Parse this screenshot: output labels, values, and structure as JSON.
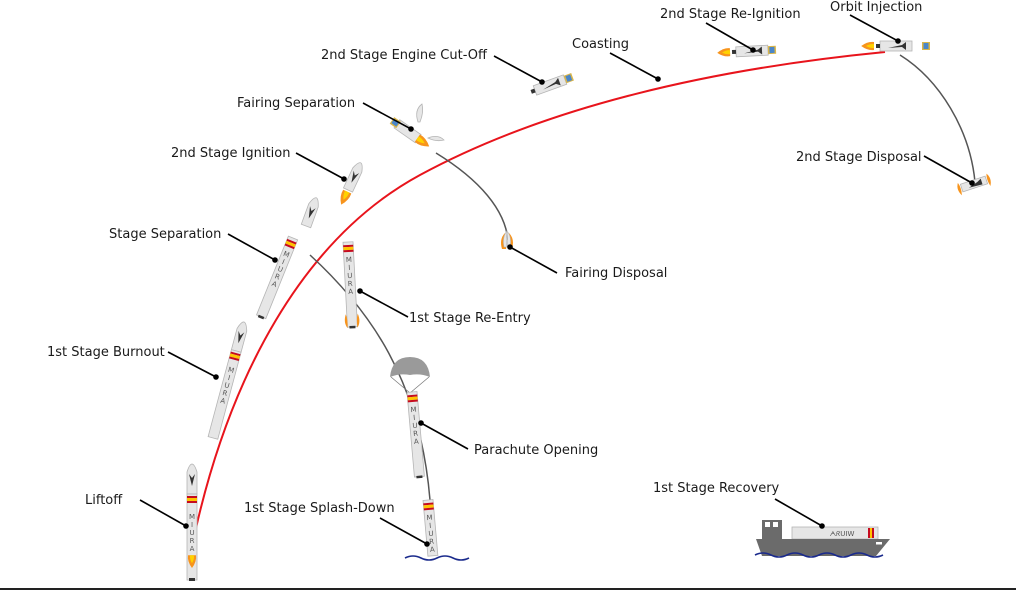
{
  "diagram": {
    "title": "Miura launch profile",
    "vehicle_name": "MIURA",
    "colors": {
      "ascent_trajectory": "#e8141c",
      "disposal_trajectory": "#555555",
      "water": "#1a2a8c",
      "ship": "#6b6b6b",
      "flame_outer": "#f7941d",
      "flame_inner": "#ffd200",
      "flag_red": "#c60b1e",
      "flag_yellow": "#ffc400",
      "payload": "#4a86c8"
    },
    "events": [
      {
        "id": "liftoff",
        "label": "Liftoff"
      },
      {
        "id": "first-stage-burnout",
        "label": "1st Stage Burnout"
      },
      {
        "id": "stage-separation",
        "label": "Stage Separation"
      },
      {
        "id": "second-stage-ignition",
        "label": "2nd Stage Ignition"
      },
      {
        "id": "fairing-separation",
        "label": "Fairing Separation"
      },
      {
        "id": "second-stage-engine-cut-off",
        "label": "2nd Stage Engine Cut-Off"
      },
      {
        "id": "coasting",
        "label": "Coasting"
      },
      {
        "id": "second-stage-re-ignition",
        "label": "2nd Stage Re-Ignition"
      },
      {
        "id": "orbit-injection",
        "label": "Orbit Injection"
      },
      {
        "id": "second-stage-disposal",
        "label": "2nd Stage Disposal"
      },
      {
        "id": "fairing-disposal",
        "label": "Fairing Disposal"
      },
      {
        "id": "first-stage-re-entry",
        "label": "1st Stage Re-Entry"
      },
      {
        "id": "parachute-opening",
        "label": "Parachute Opening"
      },
      {
        "id": "first-stage-splash-down",
        "label": "1st Stage Splash-Down"
      },
      {
        "id": "first-stage-recovery",
        "label": "1st Stage Recovery"
      }
    ]
  }
}
